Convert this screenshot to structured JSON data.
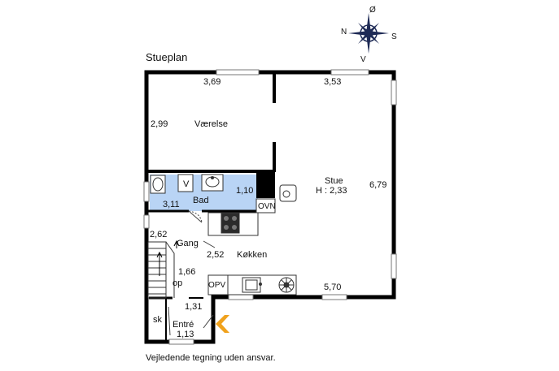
{
  "plan_title": "Stueplan",
  "disclaimer": "Vejledende tegning uden ansvar.",
  "compass": {
    "north": "N",
    "south": "S",
    "east": "Ø",
    "west": "V"
  },
  "rooms": {
    "vaerelse": {
      "name": "Værelse",
      "width": "3,69",
      "depth": "2,99"
    },
    "stue": {
      "name": "Stue",
      "height_label": "H : 2,33",
      "width": "3,53",
      "depth": "6,79",
      "bottom_width": "5,70"
    },
    "bad": {
      "name": "Bad",
      "width": "3,11",
      "depth": "1,10"
    },
    "gang": {
      "name": "Gang",
      "length": "2,62"
    },
    "koekken": {
      "name": "Køkken",
      "depth": "2,52"
    },
    "stair": {
      "length": "1,66",
      "direction": "op"
    },
    "entre": {
      "name": "Entré",
      "width": "1,13",
      "depth": "1,31"
    },
    "skab": {
      "name": "sk"
    }
  },
  "fixtures": {
    "oven": "OVN",
    "dishwasher": "OPV",
    "vanity": "V"
  },
  "colors": {
    "wall": "#000000",
    "bathroom": "#b9d4f5",
    "entry_arrow": "#f0a21d",
    "compass": "#1e2a55"
  }
}
